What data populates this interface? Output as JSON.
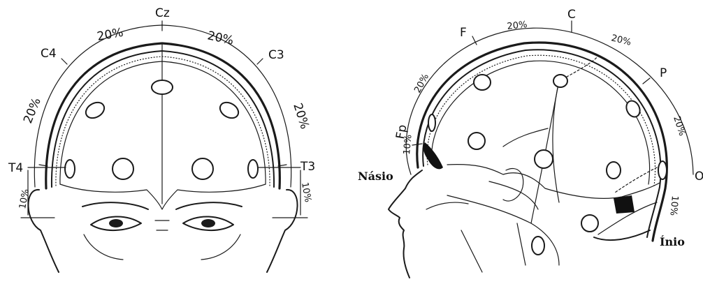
{
  "front_view": {
    "labels": {
      "cz": "Cz",
      "c4": "C4",
      "c3": "C3",
      "t4": "T4",
      "t3": "T3"
    },
    "percentages": {
      "top_left": "20%",
      "top_right": "20%",
      "left_side": "20%",
      "right_side": "20%",
      "left_low": "10%",
      "right_low": "10%"
    }
  },
  "side_view": {
    "labels": {
      "c": "C",
      "f": "F",
      "fp": "Fp",
      "p": "P",
      "o": "O",
      "nasio": "Násio",
      "inio": "Ínio"
    },
    "percentages": {
      "fp_f": "20%",
      "f_c": "20%",
      "c_p": "20%",
      "p_o": "20%",
      "nasio_fp": "10%",
      "o_inio": "10%"
    }
  }
}
